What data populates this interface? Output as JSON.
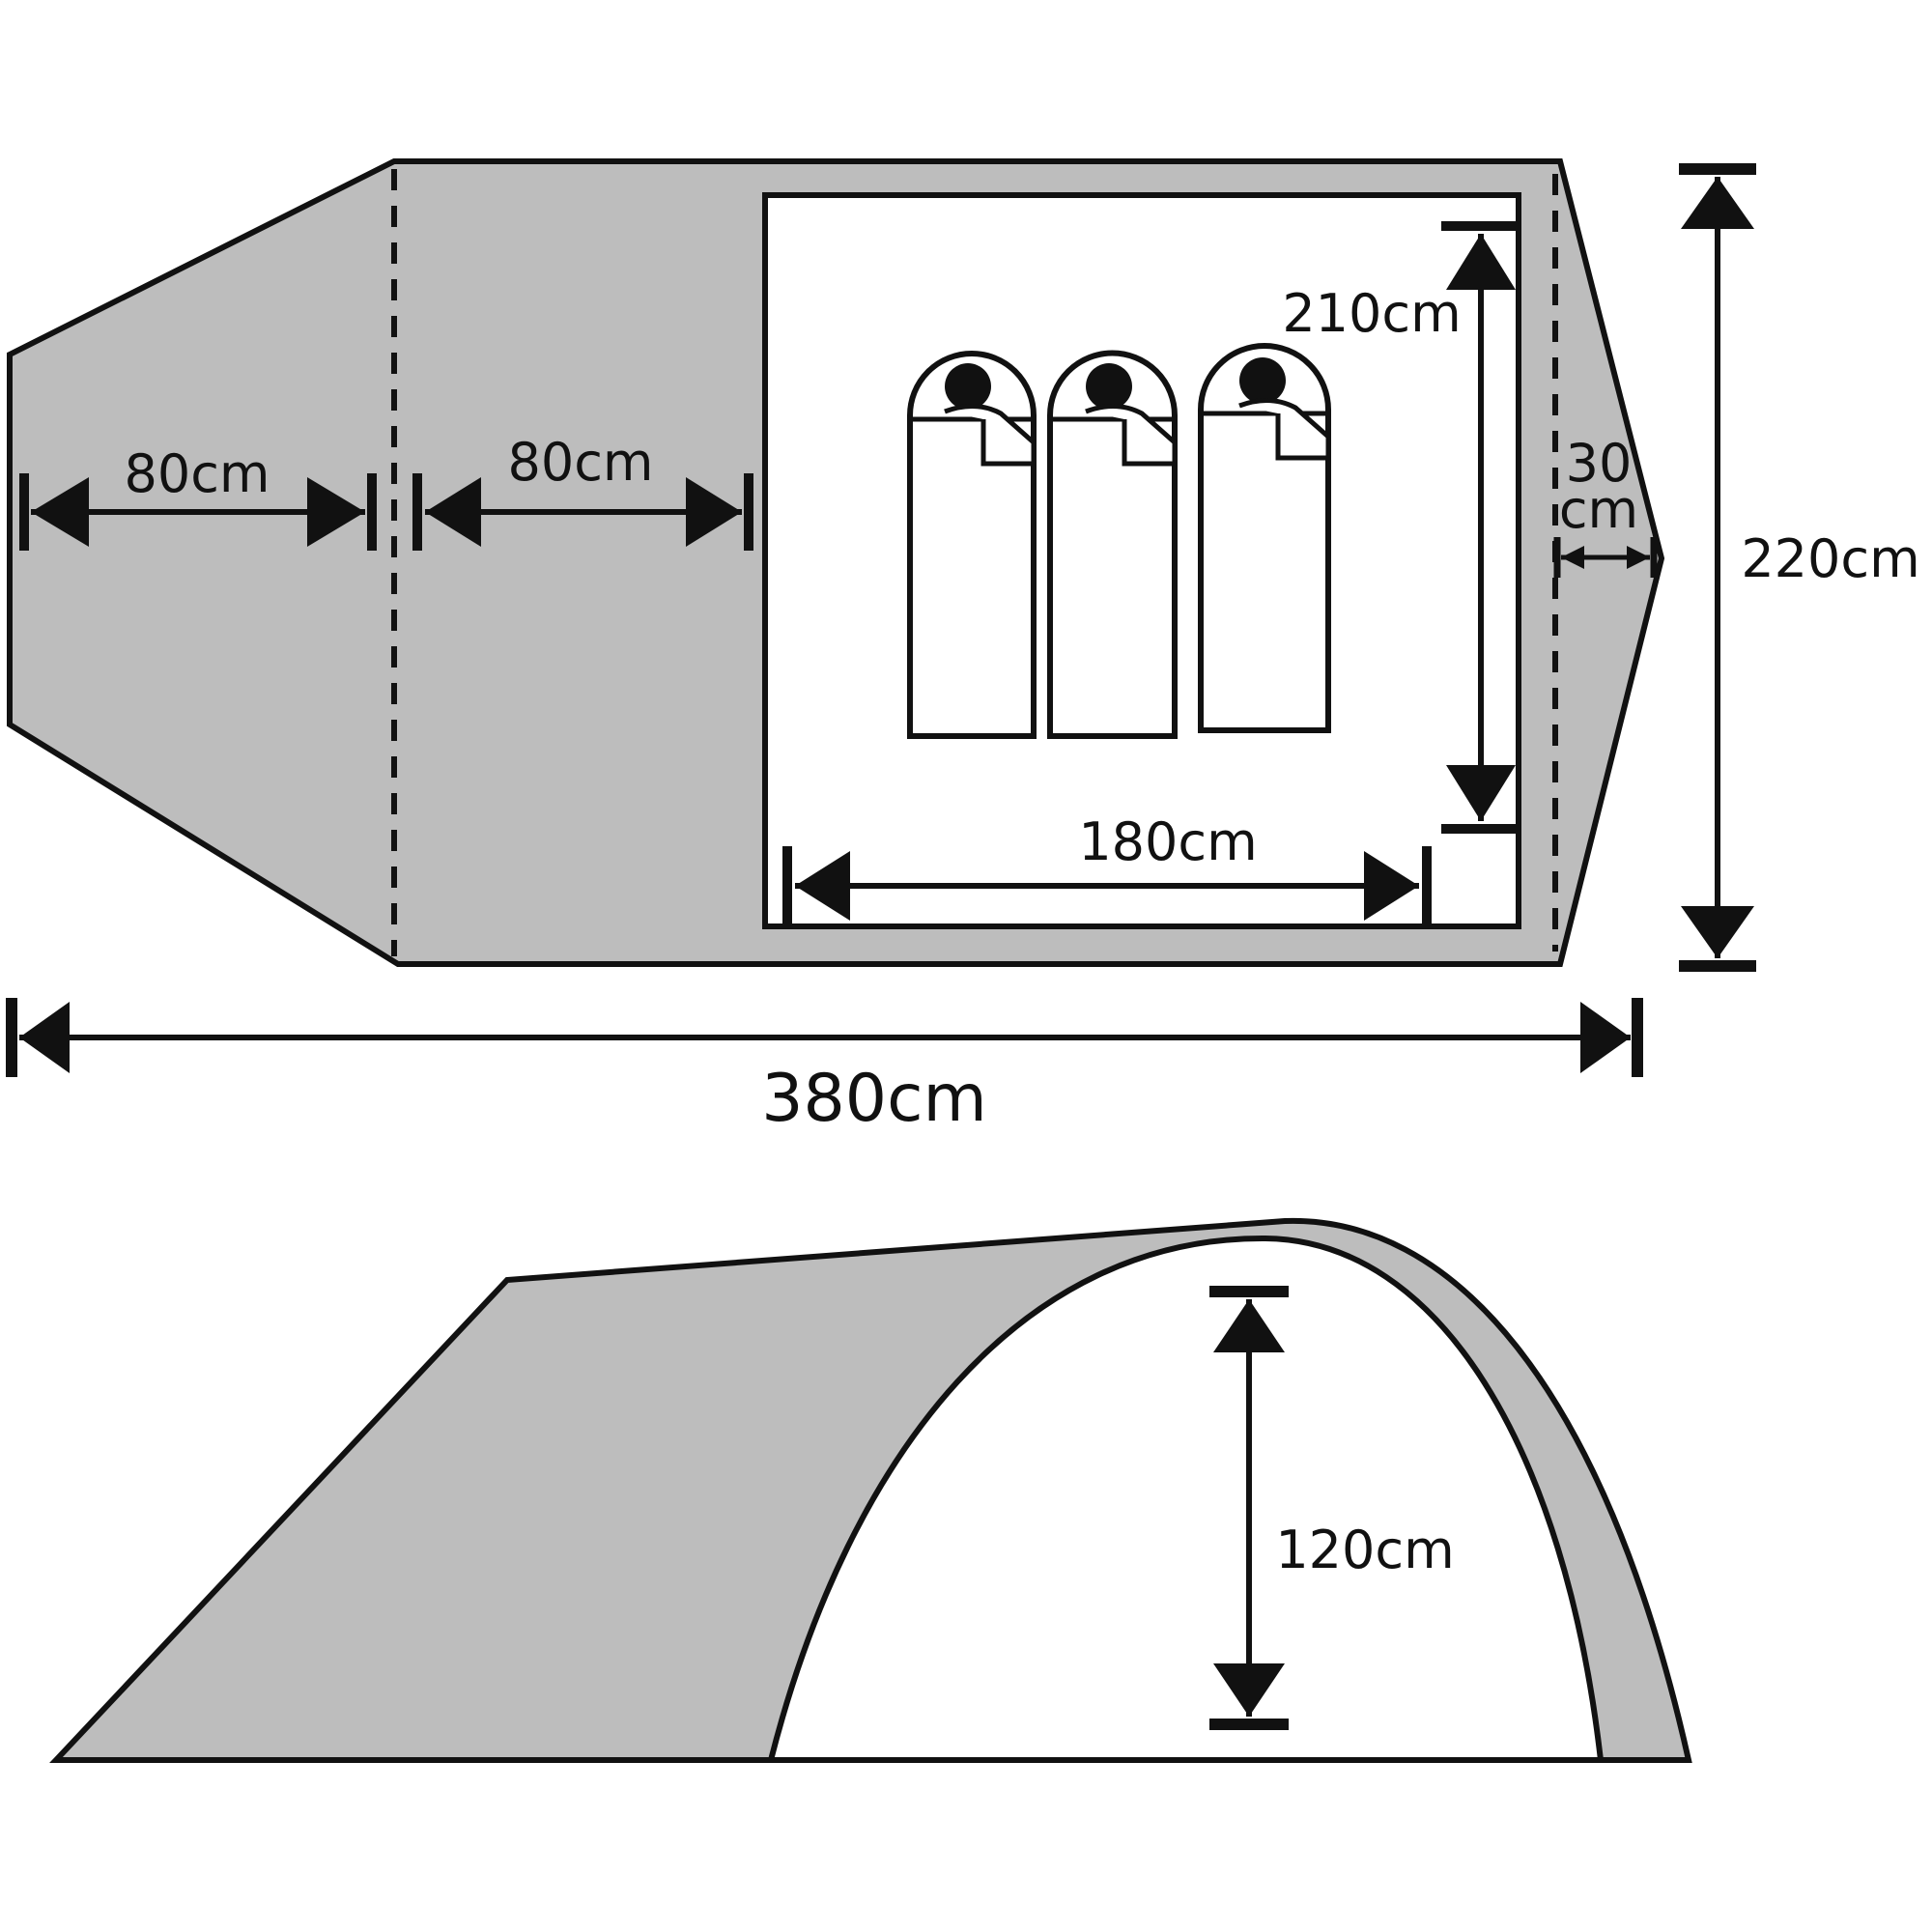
{
  "colors": {
    "fabric": "#bdbdbd",
    "inner": "#ffffff",
    "stroke": "#111111"
  },
  "plan": {
    "vestibule_1": "80cm",
    "vestibule_2": "80cm",
    "inner_length": "210cm",
    "inner_width": "180cm",
    "rear_gap_line1": "30",
    "rear_gap_line2": "cm",
    "total_width": "220cm",
    "total_length": "380cm",
    "sleeping_bags": 3
  },
  "elevation": {
    "inner_height": "120cm"
  }
}
